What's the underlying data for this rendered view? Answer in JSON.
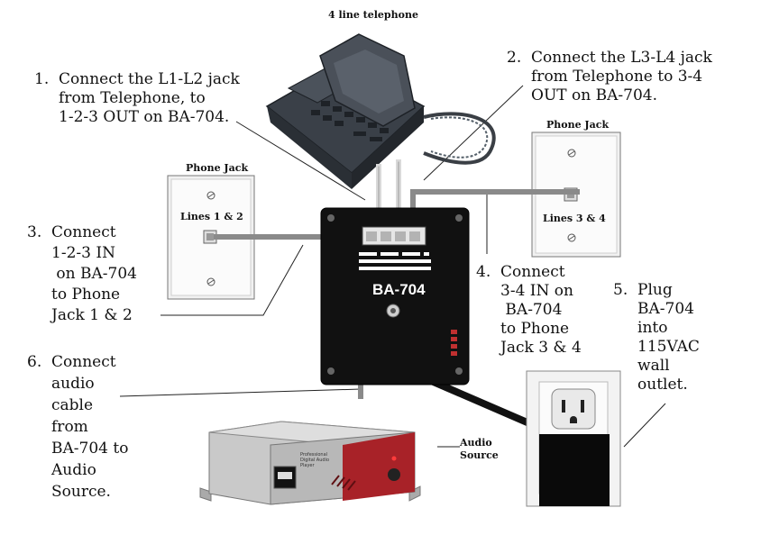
{
  "telephone": {
    "title": "4 line telephone"
  },
  "jack_left": {
    "title": "Phone Jack",
    "lines": "Lines 1 & 2"
  },
  "jack_right": {
    "title": "Phone Jack",
    "lines": "Lines 3 & 4"
  },
  "device": {
    "model": "BA-704"
  },
  "audio_source": {
    "label": "Audio\nSource",
    "front_text": "Professional\nDigital Audio\nPlayer"
  },
  "steps": {
    "s1": "1.  Connect the L1-L2 jack\n     from Telephone, to\n     1-2-3 OUT on BA-704.",
    "s2": "2.  Connect the L3-L4 jack\n     from Telephone to 3-4\n     OUT on BA-704.",
    "s3": "3.  Connect\n     1-2-3 IN\n      on BA-704\n     to Phone\n     Jack 1 & 2",
    "s4": "4.  Connect\n     3-4 IN on\n      BA-704\n     to Phone\n     Jack 3 & 4",
    "s5": "5.  Plug\n     BA-704\n     into\n     115VAC\n     wall\n     outlet.",
    "s6": "6.  Connect\n     audio\n     cable\n     from\n     BA-704 to\n     Audio\n     Source."
  }
}
